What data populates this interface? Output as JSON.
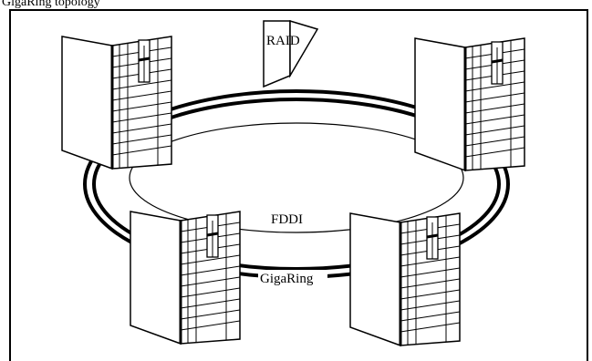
{
  "header": {
    "caption": "GigaRing topology"
  },
  "diagram": {
    "raid_label": "RAID",
    "fddi_label": "FDDI",
    "gigaring_label": "GigaRing"
  }
}
